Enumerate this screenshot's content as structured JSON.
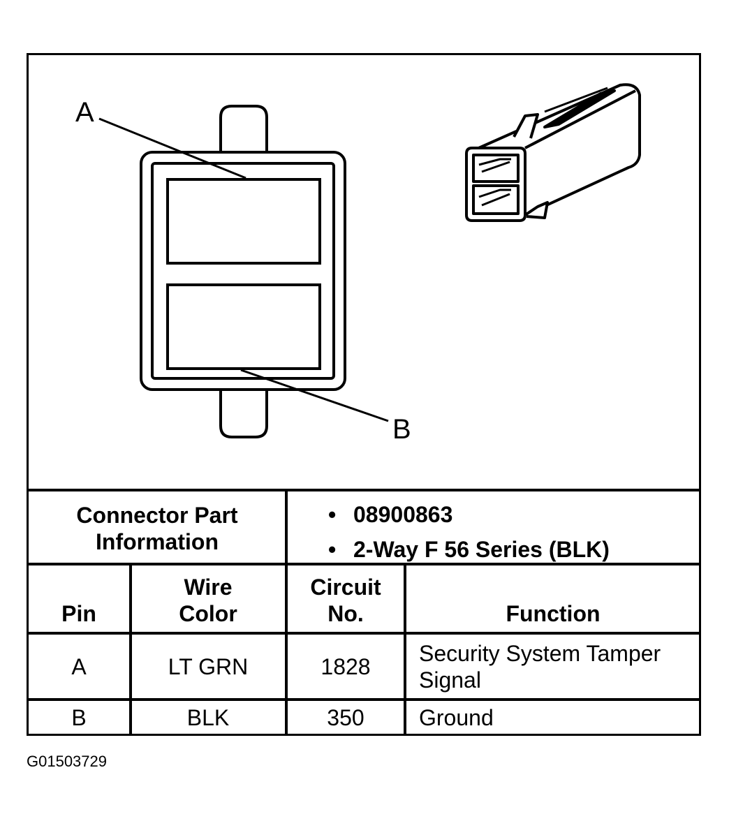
{
  "diagram": {
    "pin_labels": [
      "A",
      "B"
    ]
  },
  "part_info": {
    "label": "Connector Part Information",
    "items": [
      "08900863",
      "2-Way F 56 Series (BLK)"
    ]
  },
  "table": {
    "headers": {
      "pin": "Pin",
      "wire_color": "Wire Color",
      "circuit": "Circuit No.",
      "function": "Function"
    },
    "rows": [
      {
        "pin": "A",
        "wire_color": "LT GRN",
        "circuit": "1828",
        "function": "Security System Tamper Signal"
      },
      {
        "pin": "B",
        "wire_color": "BLK",
        "circuit": "350",
        "function": "Ground"
      }
    ]
  },
  "figure_id": "G01503729"
}
